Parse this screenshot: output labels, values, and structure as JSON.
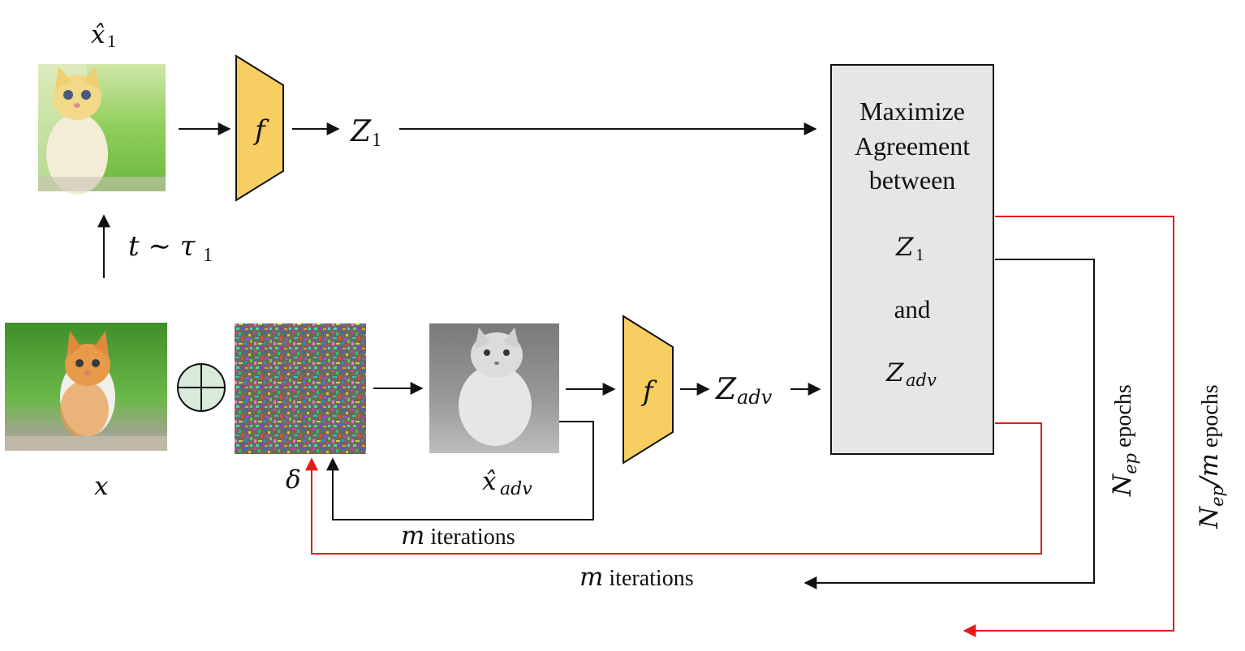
{
  "colors": {
    "encoder_fill": "#f7ce62",
    "box_fill": "#e6e6e6",
    "xor_fill": "#d9eadb",
    "loop_inner": "#000000",
    "loop_outer": "#e31a1c"
  },
  "labels": {
    "x1_hat": "x̂",
    "x1_hat_sub": "1",
    "transform_t": "t ∼ τ",
    "transform_sub": "1",
    "x": "x",
    "delta": "δ",
    "x_adv_hat": "x̂",
    "x_adv_sub": "adv",
    "encoder_top": "f",
    "encoder_bottom": "f",
    "z1_out": "Z",
    "z1_out_sub": "1",
    "zadv_out": "Z",
    "zadv_out_sub": "adv"
  },
  "objective_box": {
    "line1": "Maximize",
    "line2": "Agreement",
    "line3": "between",
    "z1": "Z",
    "z1_sub": "1",
    "and": "and",
    "zadv": "Z",
    "zadv_sub": "adv"
  },
  "loops": {
    "inner_m_prefix": "m",
    "inner_m_suffix": " iterations",
    "outer_m_prefix": "m",
    "outer_m_suffix": " iterations",
    "epochs_N": "N",
    "epochs_sub": "ep",
    "epochs_suffix": " epochs",
    "epochs2_N": "N",
    "epochs2_sub": "ep",
    "epochs2_div": "/m",
    "epochs2_suffix": " epochs"
  },
  "icons": {
    "top_image": "kitten-augmented-image",
    "bottom_image": "kitten-original-image",
    "noise_image": "adversarial-noise-image",
    "adv_image": "kitten-adversarial-gray-image",
    "xor": "circle-plus-icon"
  }
}
